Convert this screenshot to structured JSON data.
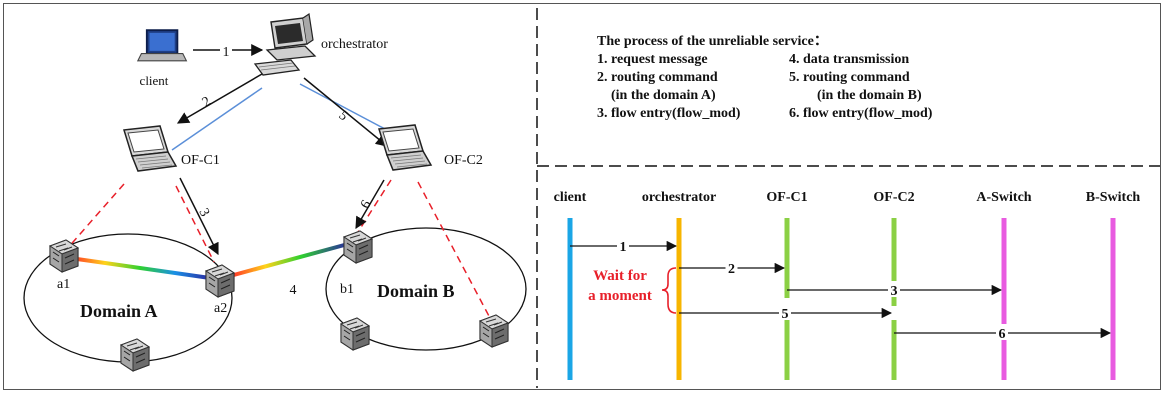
{
  "network": {
    "client_label": "client",
    "orchestrator_label": "orchestrator",
    "ofc1_label": "OF-C1",
    "ofc2_label": "OF-C2",
    "domain_a_label": "Domain A",
    "domain_b_label": "Domain B",
    "switch_a1_label": "a1",
    "switch_a2_label": "a2",
    "switch_b1_label": "b1",
    "step_labels": [
      "1",
      "2",
      "3",
      "4",
      "5",
      "6"
    ]
  },
  "legend": {
    "title": "The process of the unreliable service：",
    "items": [
      {
        "col1": "1. request message",
        "col2": "4. data transmission"
      },
      {
        "col1": "2. routing command",
        "col2": "5. routing command"
      },
      {
        "col1": "(in the domain A)",
        "col2": "(in the domain B)",
        "indent": true
      },
      {
        "col1": "3. flow entry(flow_mod)",
        "col2": "6. flow entry(flow_mod)"
      }
    ]
  },
  "sequence": {
    "participants": [
      {
        "name": "client",
        "color": "#1aa6e6"
      },
      {
        "name": "orchestrator",
        "color": "#f7b500"
      },
      {
        "name": "OF-C1",
        "color": "#8bd044"
      },
      {
        "name": "OF-C2",
        "color": "#8bd044"
      },
      {
        "name": "A-Switch",
        "color": "#e85be0"
      },
      {
        "name": "B-Switch",
        "color": "#e85be0"
      }
    ],
    "messages": [
      {
        "label": "1",
        "from": 0,
        "to": 1
      },
      {
        "label": "2",
        "from": 1,
        "to": 2
      },
      {
        "label": "3",
        "from": 2,
        "to": 4
      },
      {
        "label": "5",
        "from": 1,
        "to": 3
      },
      {
        "label": "6",
        "from": 3,
        "to": 5
      }
    ],
    "wait_line1": "Wait for",
    "wait_line2": "a moment"
  },
  "colors": {
    "dashed_link": "#e8202a",
    "control_link": "#5b8fd8",
    "wait_text": "#e8202a"
  }
}
